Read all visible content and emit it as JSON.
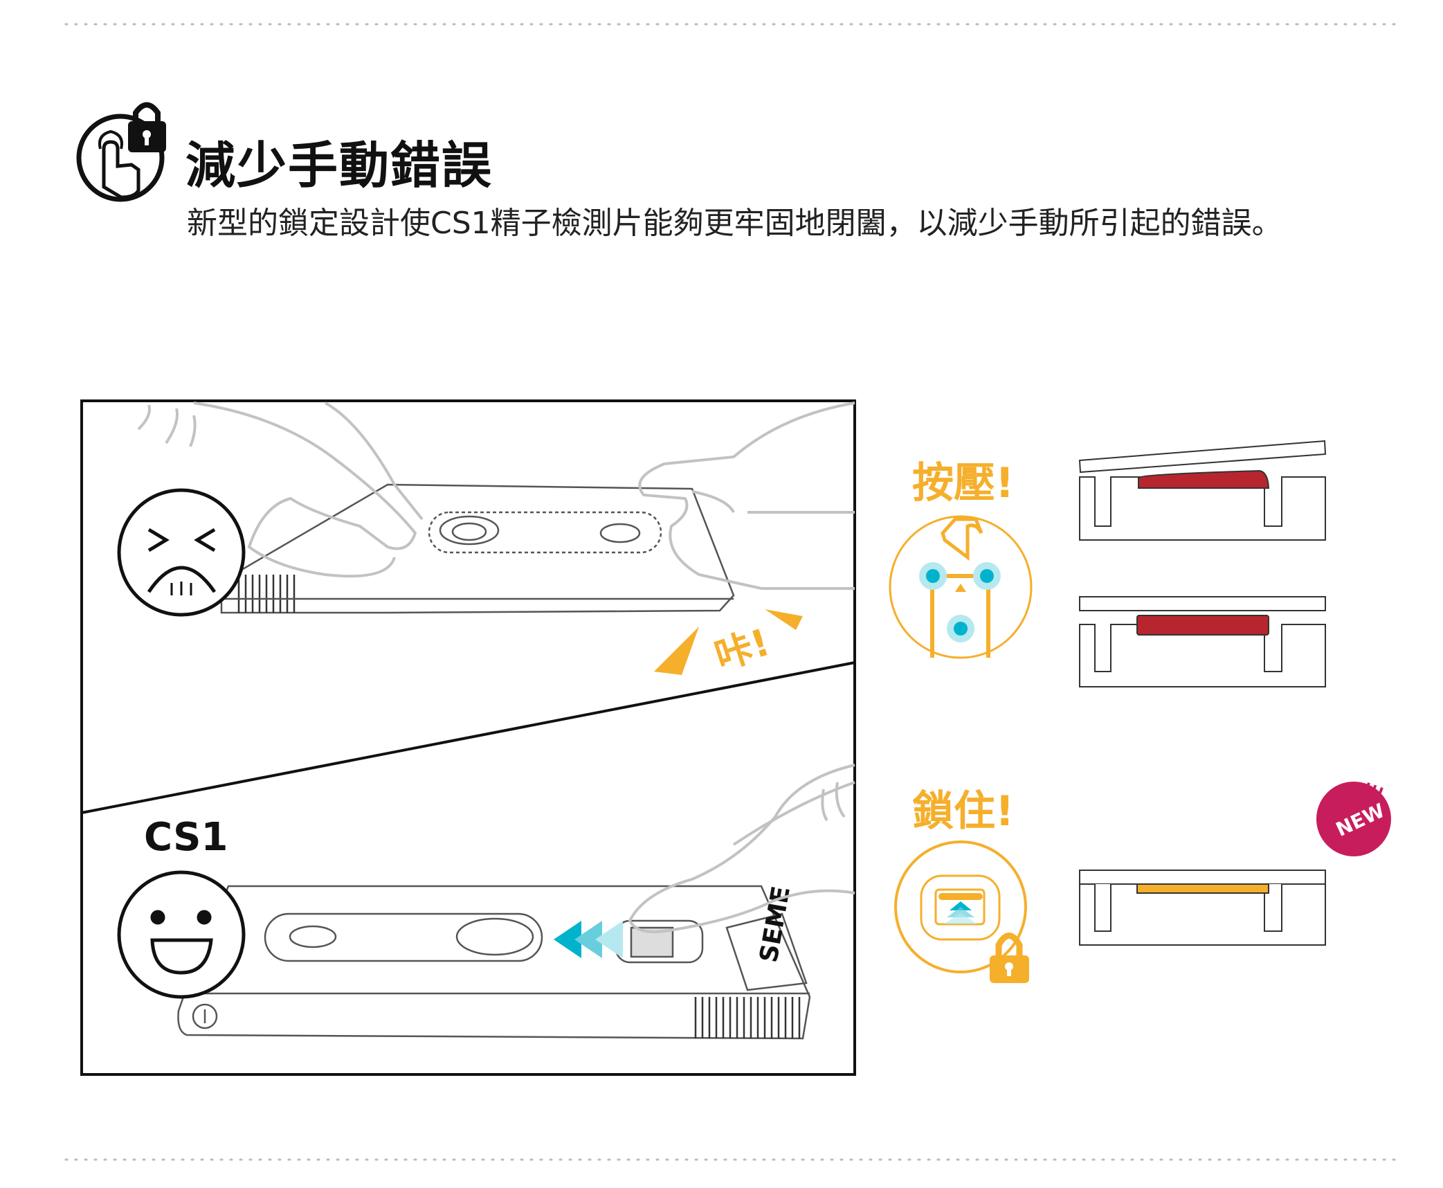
{
  "header": {
    "icon": "hand-lock-icon",
    "title": "減少手動錯誤",
    "description": "新型的鎖定設計使CS1精子檢測片能夠更牢固地閉闔，以減少手動所引起的錯誤。"
  },
  "left_panel": {
    "click_sound": "咔!",
    "product_label": "CS1",
    "device_brand": "SEME"
  },
  "right_panel": {
    "press_label": "按壓!",
    "lock_label": "鎖住!",
    "new_badge": "NEW",
    "badge_marks": "!!!"
  },
  "colors": {
    "accent_orange": "#F5AF2B",
    "teal": "#00B3CC",
    "red": "#B7262E",
    "badge": "#C81D5C"
  }
}
